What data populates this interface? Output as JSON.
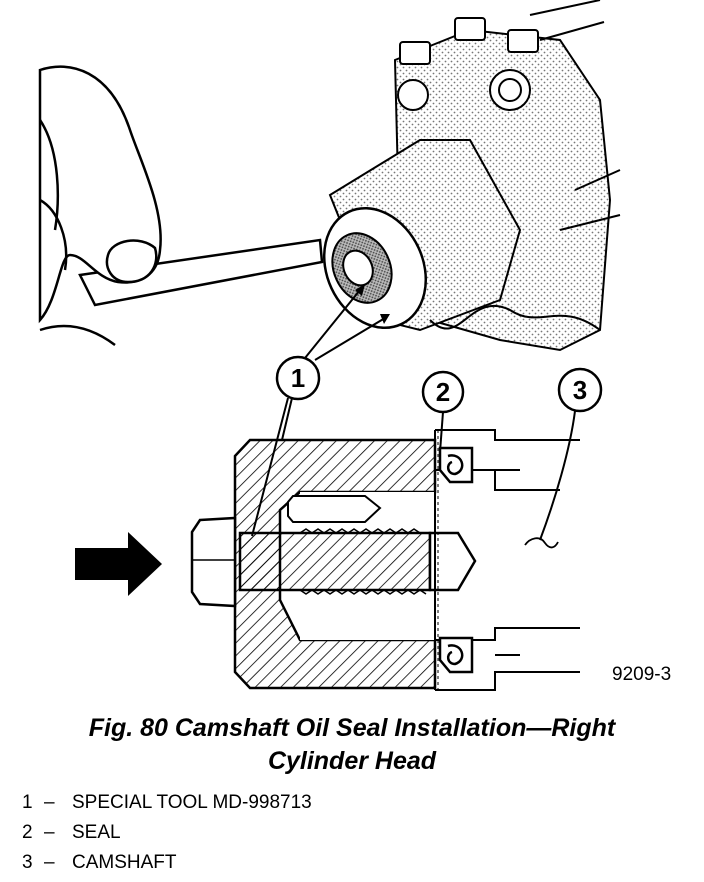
{
  "figure": {
    "callouts": [
      "1",
      "2",
      "3"
    ],
    "figure_id": "9209-3"
  },
  "caption": {
    "line1": "Fig. 80 Camshaft Oil Seal Installation—Right",
    "line2": "Cylinder Head"
  },
  "legend": [
    {
      "num": "1",
      "dash": "–",
      "text": "SPECIAL TOOL MD-998713"
    },
    {
      "num": "2",
      "dash": "–",
      "text": "SEAL"
    },
    {
      "num": "3",
      "dash": "–",
      "text": "CAMSHAFT"
    }
  ]
}
